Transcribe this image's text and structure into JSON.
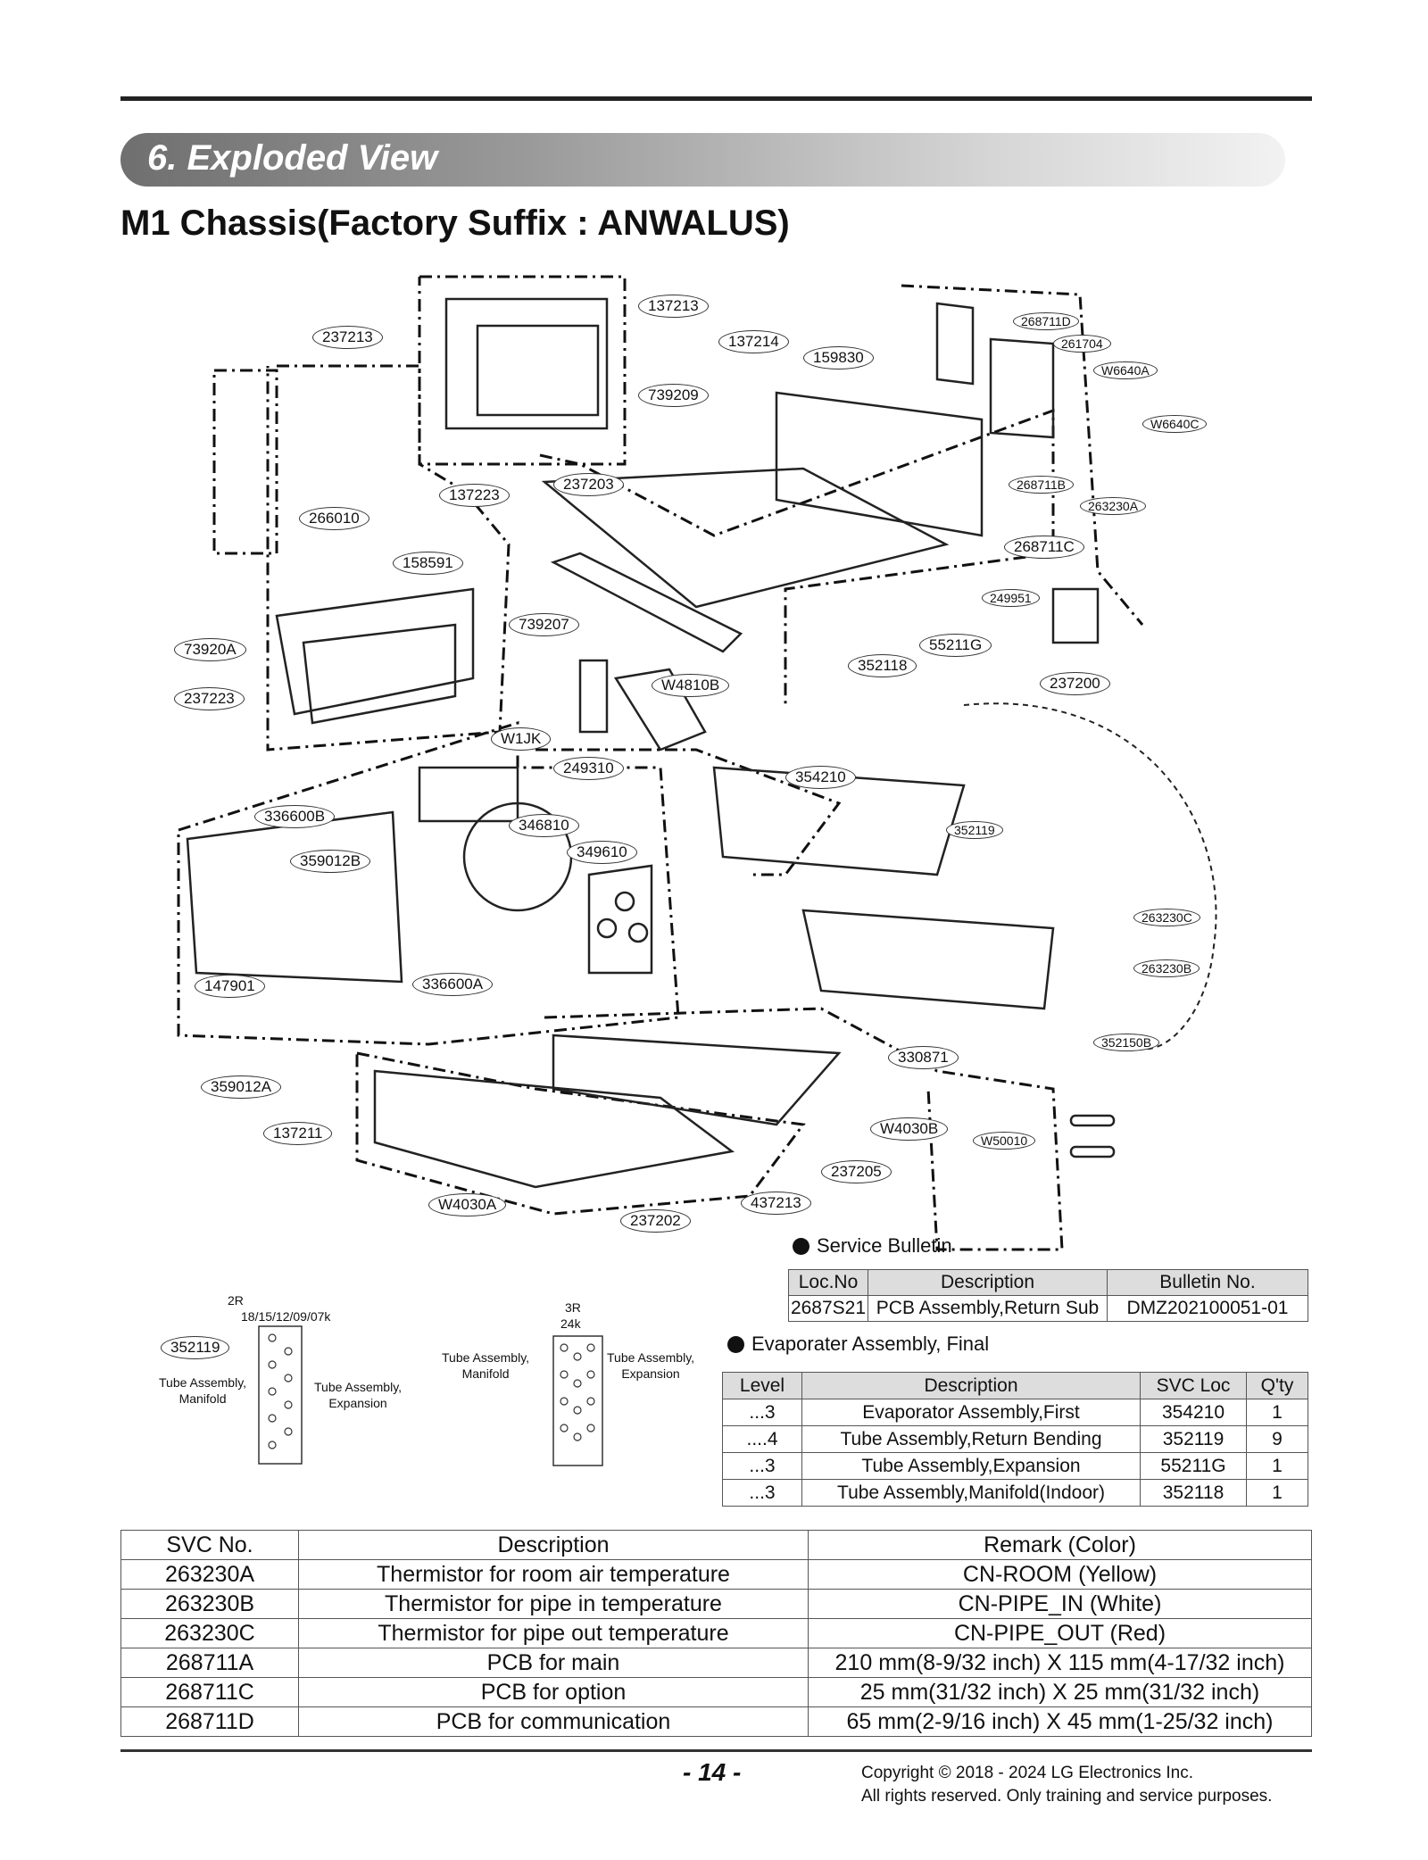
{
  "header": {
    "section_title": "6. Exploded View",
    "chassis_title": "M1 Chassis(Factory Suffix : ANWALUS)"
  },
  "diagram": {
    "callouts": [
      "137213",
      "237213",
      "137214",
      "159830",
      "739209",
      "268711D",
      "261704",
      "W6640A",
      "W6640C",
      "137223",
      "237203",
      "266010",
      "268711B",
      "263230A",
      "268711C",
      "158591",
      "739207",
      "249951",
      "73920A",
      "352118",
      "55211G",
      "237223",
      "W4810B",
      "237200",
      "W1JK",
      "249310",
      "354210",
      "336600B",
      "346810",
      "352119",
      "359012B",
      "349610",
      "263230C",
      "263230B",
      "147901",
      "336600A",
      "352150B",
      "330871",
      "359012A",
      "W4030B",
      "W50010",
      "137211",
      "237205",
      "437213",
      "W4030A",
      "237202"
    ]
  },
  "tube_diagrams": {
    "left": {
      "rows": "2R",
      "models": "18/15/12/09/07k",
      "callout": "352119",
      "manifold": "Tube Assembly,\nManifold",
      "expansion": "Tube Assembly,\nExpansion"
    },
    "right": {
      "rows": "3R",
      "models": "24k",
      "manifold": "Tube Assembly,\nManifold",
      "expansion": "Tube Assembly,\nExpansion"
    }
  },
  "service_bulletin": {
    "heading": "Service Bulletin",
    "columns": [
      "Loc.No",
      "Description",
      "Bulletin No."
    ],
    "rows": [
      [
        "2687S21",
        "PCB Assembly,Return Sub",
        "DMZ202100051-01"
      ]
    ]
  },
  "evaporator": {
    "heading": "Evaporater Assembly, Final",
    "columns": [
      "Level",
      "Description",
      "SVC Loc",
      "Q'ty"
    ],
    "rows": [
      [
        "...3",
        "Evaporator Assembly,First",
        "354210",
        "1"
      ],
      [
        "....4",
        "Tube Assembly,Return Bending",
        "352119",
        "9"
      ],
      [
        "...3",
        "Tube Assembly,Expansion",
        "55211G",
        "1"
      ],
      [
        "...3",
        "Tube Assembly,Manifold(Indoor)",
        "352118",
        "1"
      ]
    ]
  },
  "svc_table": {
    "columns": [
      "SVC No.",
      "Description",
      "Remark (Color)"
    ],
    "rows": [
      [
        "263230A",
        "Thermistor for room air temperature",
        "CN-ROOM (Yellow)"
      ],
      [
        "263230B",
        "Thermistor for pipe in temperature",
        "CN-PIPE_IN (White)"
      ],
      [
        "263230C",
        "Thermistor for pipe out temperature",
        "CN-PIPE_OUT (Red)"
      ],
      [
        "268711A",
        "PCB for main",
        "210 mm(8-9/32 inch) X 115 mm(4-17/32 inch)"
      ],
      [
        "268711C",
        "PCB for option",
        "25 mm(31/32 inch) X 25 mm(31/32 inch)"
      ],
      [
        "268711D",
        "PCB for communication",
        "65 mm(2-9/16 inch) X 45 mm(1-25/32 inch)"
      ]
    ]
  },
  "footer": {
    "page_number": "- 14 -",
    "copyright_1": "Copyright © 2018 - 2024 LG Electronics Inc.",
    "copyright_2": "All rights reserved. Only training and service purposes."
  }
}
